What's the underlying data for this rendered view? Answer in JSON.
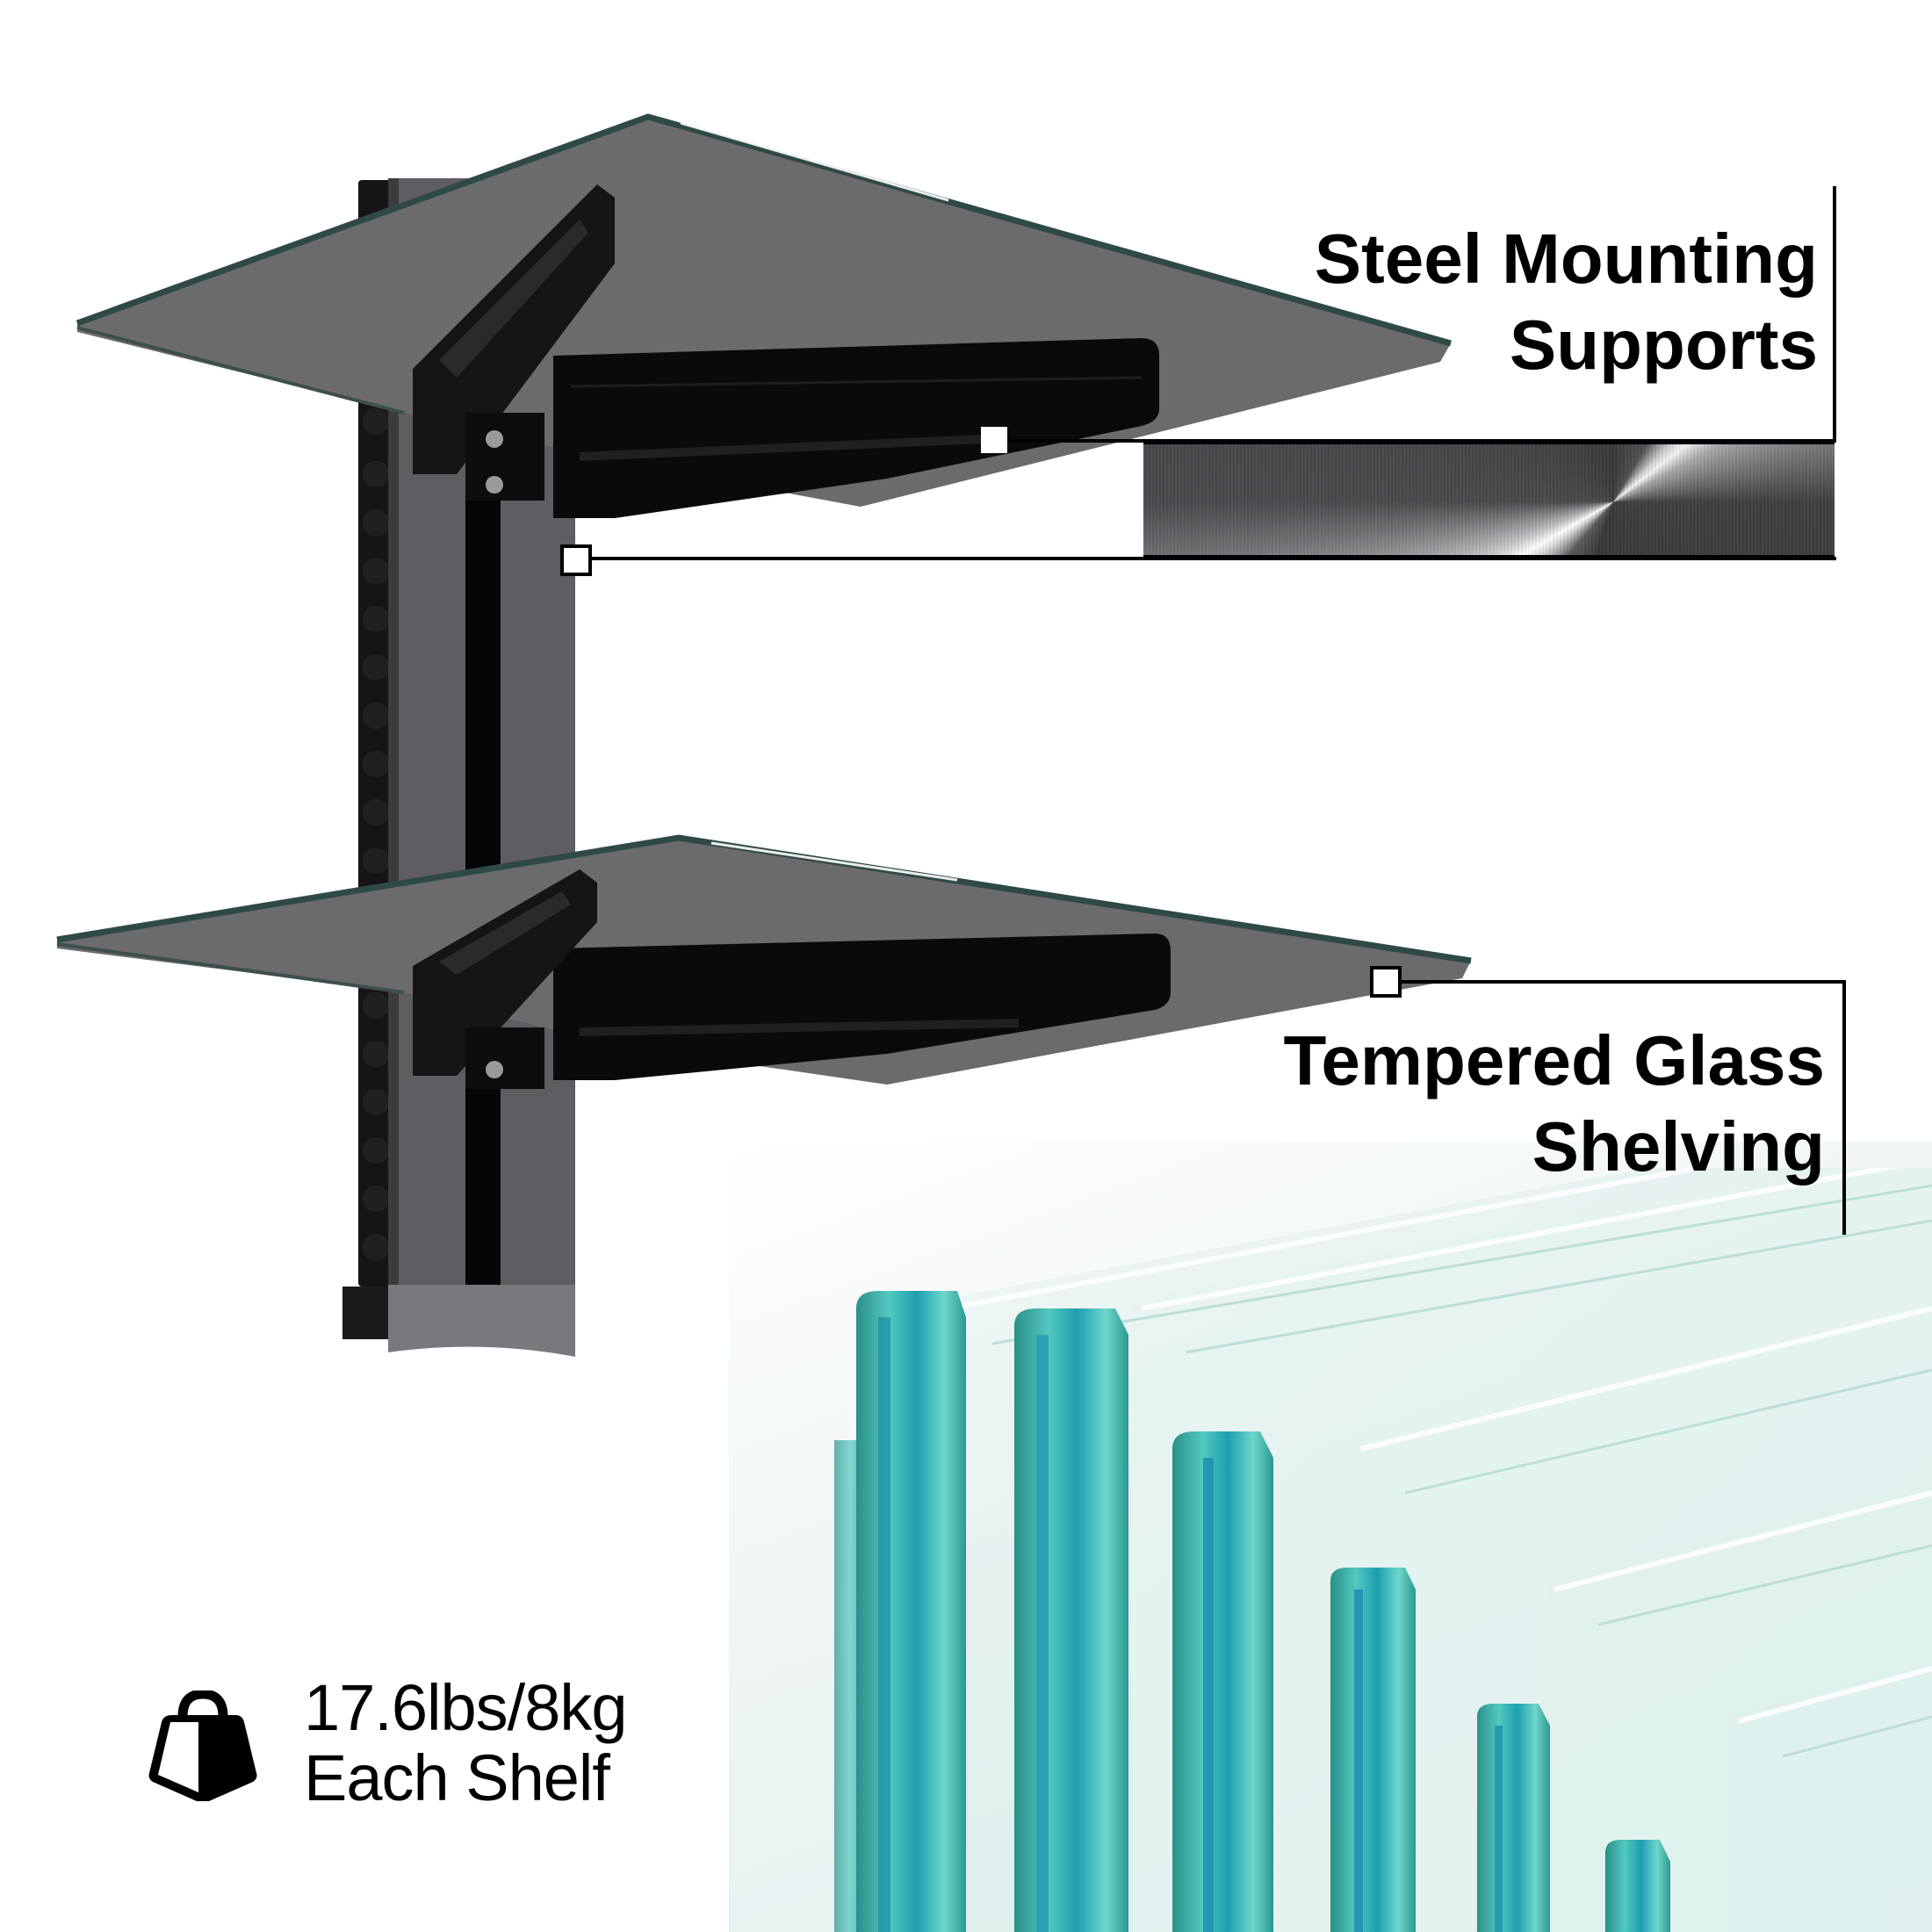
{
  "image": {
    "description": "Product feature graphic for a wall-mounted double glass shelf unit",
    "background_color": "#ffffff"
  },
  "callouts": [
    {
      "id": "steel",
      "line1": "Steel Mounting",
      "line2": "Supports",
      "swatch": "brushed-steel-texture"
    },
    {
      "id": "glass",
      "line1": "Tempered Glass",
      "line2": "Shelving",
      "swatch": "tempered-glass-edges-photo"
    }
  ],
  "capacity": {
    "icon": "weight-icon",
    "line1": "17.6lbs/8kg",
    "line2": "Each Shelf"
  },
  "colors": {
    "glass_top": "#6b6b6b",
    "glass_edge": "#2f4a46",
    "bracket": "#0a0a0a",
    "rail": "#5e5c60",
    "glass_teal": "#3fb8b0",
    "text": "#000000"
  }
}
